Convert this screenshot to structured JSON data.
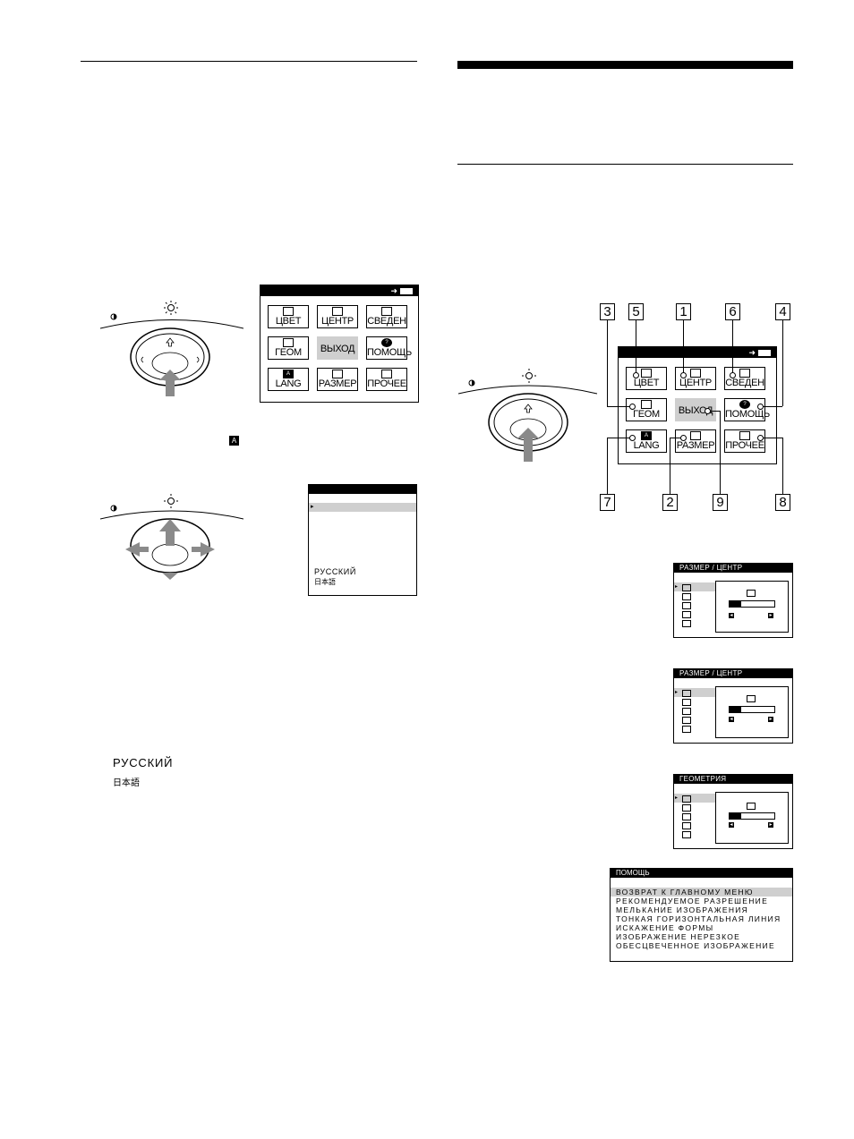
{
  "menu": {
    "buttons": [
      "ЦВЕТ",
      "ЦЕНТР",
      "СВЕДЕН",
      "ГЕОМ",
      "ВЫХОД",
      "ПОМОЩЬ",
      "LANG",
      "РАЗМЕР",
      "ПРОЧЕЕ"
    ],
    "selected": "ВЫХОД",
    "icons": [
      "color-icon",
      "center-icon",
      "convergence-icon",
      "geometry-icon",
      "",
      "help-icon",
      "language-icon",
      "size-icon",
      "option-icon"
    ]
  },
  "lang_menu": {
    "languages": [
      "РУССКИЙ",
      "日本語"
    ]
  },
  "lang_text": [
    "РУССКИЙ",
    "日本語"
  ],
  "callouts": [
    "3",
    "5",
    "1",
    "6",
    "4",
    "7",
    "2",
    "9",
    "8"
  ],
  "size_center_1": {
    "title": "РАЗМЕР / ЦЕНТР",
    "level": 0.25
  },
  "size_center_2": {
    "title": "РАЗМЕР / ЦЕНТР",
    "level": 0.25
  },
  "geometry": {
    "title": "ГЕОМЕТРИЯ",
    "level": 0.25
  },
  "help": {
    "title": "ПОМОЩЬ",
    "items": [
      "ВОЗВРАТ К ГЛАВНОМУ МЕНЮ",
      "РЕКОМЕНДУЕМОЕ РАЗРЕШЕНИЕ",
      "МЕЛЬКАНИЕ ИЗОБРАЖЕНИЯ",
      "ТОНКАЯ ГОРИЗОНТАЛЬНАЯ ЛИНИЯ",
      "ИСКАЖЕНИЕ ФОРМЫ",
      "ИЗОБРАЖЕНИЕ НЕРЕЗКОЕ",
      "ОБЕСЦВЕЧЕННОЕ ИЗОБРАЖЕНИЕ"
    ]
  }
}
